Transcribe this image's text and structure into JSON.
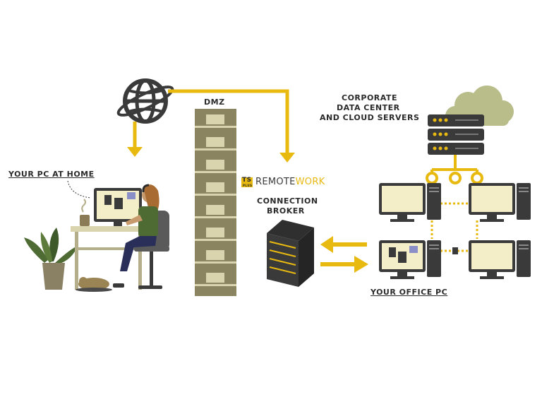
{
  "labels": {
    "home": "YOUR PC AT HOME",
    "dmz": "DMZ",
    "corporate_line1": "CORPORATE",
    "corporate_line2": "DATA CENTER",
    "corporate_line3": "AND CLOUD SERVERS",
    "brand_badge": "TS",
    "brand_badge_sub": "PLUS",
    "brand_remote": "REMOTE",
    "brand_work": "WORK",
    "broker_line1": "CONNECTION",
    "broker_line2": "BROKER",
    "office": "YOUR OFFICE PC"
  },
  "colors": {
    "accent": "#E8B90F",
    "dark": "#3a3a3a",
    "wall": "#8b8461",
    "wall_light": "#d9d3ae",
    "cloud": "#b8bd8a",
    "screen": "#f3eec8"
  },
  "icons": [
    "globe-icon",
    "cloud-icon",
    "server-rack-icon",
    "broker-server-icon",
    "monitor-icon",
    "tower-icon",
    "plant-icon",
    "cat-icon",
    "mug-icon"
  ]
}
